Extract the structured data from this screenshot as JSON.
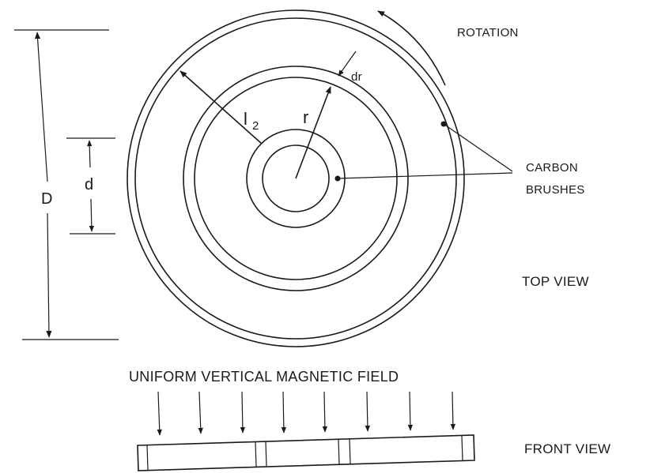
{
  "labels": {
    "rotation": "ROTATION",
    "carbon_line1": "CARBON",
    "carbon_line2": "BRUSHES",
    "top_view": "TOP VIEW",
    "front_view": "FRONT VIEW",
    "field": "UNIFORM VERTICAL MAGNETIC FIELD",
    "D": "D",
    "d": "d",
    "r": "r",
    "dr": "dr",
    "l": "l",
    "l_sub": "2"
  }
}
